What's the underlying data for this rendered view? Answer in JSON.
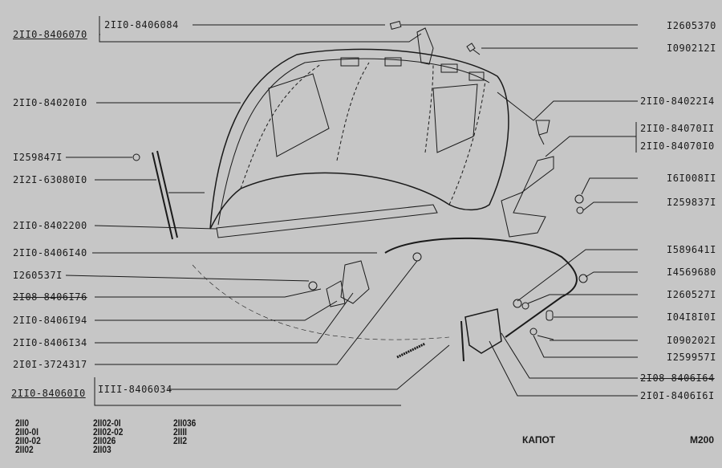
{
  "title": "КАПОТ",
  "page_code": "M200",
  "left_labels": {
    "assembly_top": "2II0-8406070",
    "assembly_top_part": "2II0-8406084",
    "hood": "2II0-84020I0",
    "washer_strut": "I259847I",
    "gas_strut": "2I2I-63080I0",
    "seal": "2II0-8402200",
    "cable": "2II0-8406I40",
    "bolt": "I260537I",
    "part_176": "2I08-8406I76",
    "part_194": "2II0-8406I94",
    "part_134": "2II0-8406I34",
    "clip": "2I0I-3724317",
    "assembly_bottom": "2II0-84060I0",
    "assembly_bottom_part": "IIII-8406034"
  },
  "right_labels": {
    "r1": "I2605370",
    "r2": "I090212I",
    "r3": "2II0-84022I4",
    "r4": "2II0-84070II",
    "r5": "2II0-84070I0",
    "r6": "I6I008II",
    "r7": "I259837I",
    "r8": "I589641I",
    "r9": "I4569680",
    "r10": "I260527I",
    "r11": "I04I8I0I",
    "r12": "I090202I",
    "r13": "I259957I",
    "r14": "2I08-8406I64",
    "r15": "2I0I-8406I6I"
  },
  "models": {
    "col1": [
      "2II0",
      "2II0-0I",
      "2II0-02",
      "2II02"
    ],
    "col2": [
      "2II02-0I",
      "2II02-02",
      "2II026",
      "2II03"
    ],
    "col3": [
      "2II036",
      "2IIII",
      "2II2"
    ]
  }
}
